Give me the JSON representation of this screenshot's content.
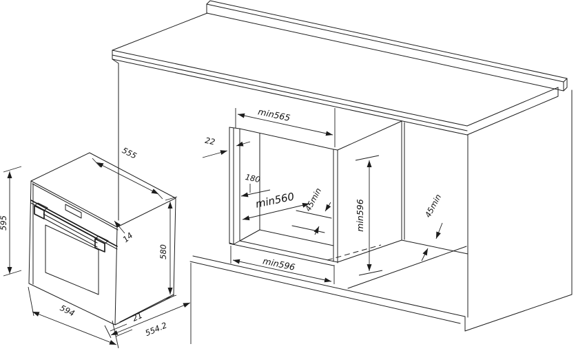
{
  "diagram": {
    "background": "#ffffff",
    "line_color": "#1c1c1c",
    "type": "built-in oven installation dimensions drawing",
    "oven": {
      "height": "595",
      "top_depth": "555",
      "panel_protrusion": "14",
      "body_height": "580",
      "front_width": "594",
      "door_offset": "21",
      "total_depth": "554.2"
    },
    "niche": {
      "inner_width": "min565",
      "panel_thickness": "22",
      "socket_zone": "180",
      "inner_depth": "min560",
      "vent_gap_inner": "45min",
      "opening_height": "min596",
      "opening_width": "min596",
      "vent_gap_plinth": "45min"
    }
  }
}
